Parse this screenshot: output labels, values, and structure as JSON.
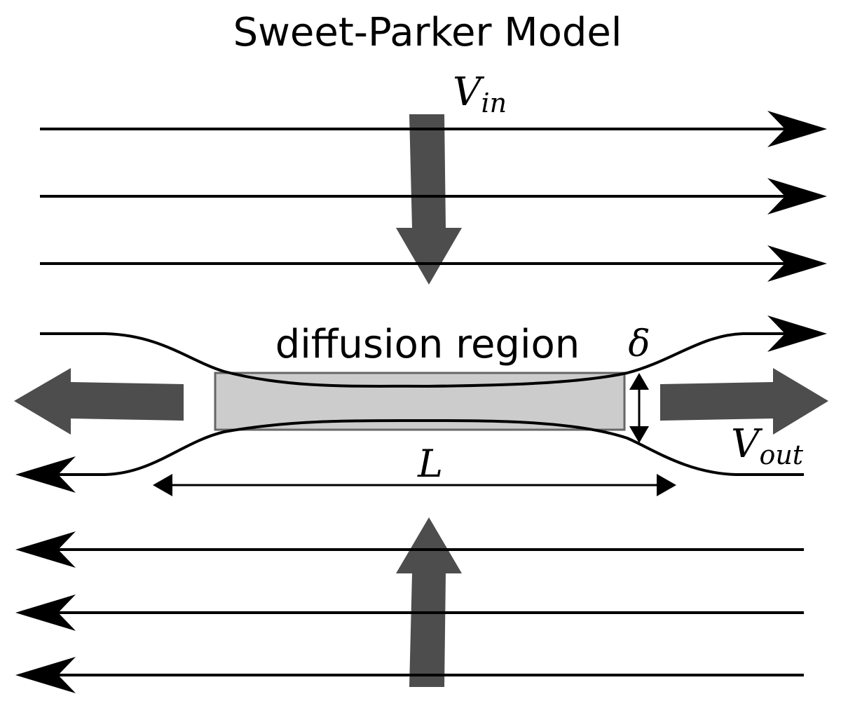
{
  "title": "Sweet-Parker Model",
  "region_label": "diffusion region",
  "labels": {
    "v_in": {
      "base": "V",
      "sub": "in"
    },
    "v_out": {
      "base": "V",
      "sub": "out"
    },
    "delta": "δ",
    "length": "L"
  },
  "colors": {
    "flow_arrow": "#4d4d4d",
    "diffusion_region_fill": "#cccccc",
    "diffusion_region_stroke": "#666666",
    "field_line": "#000000"
  }
}
